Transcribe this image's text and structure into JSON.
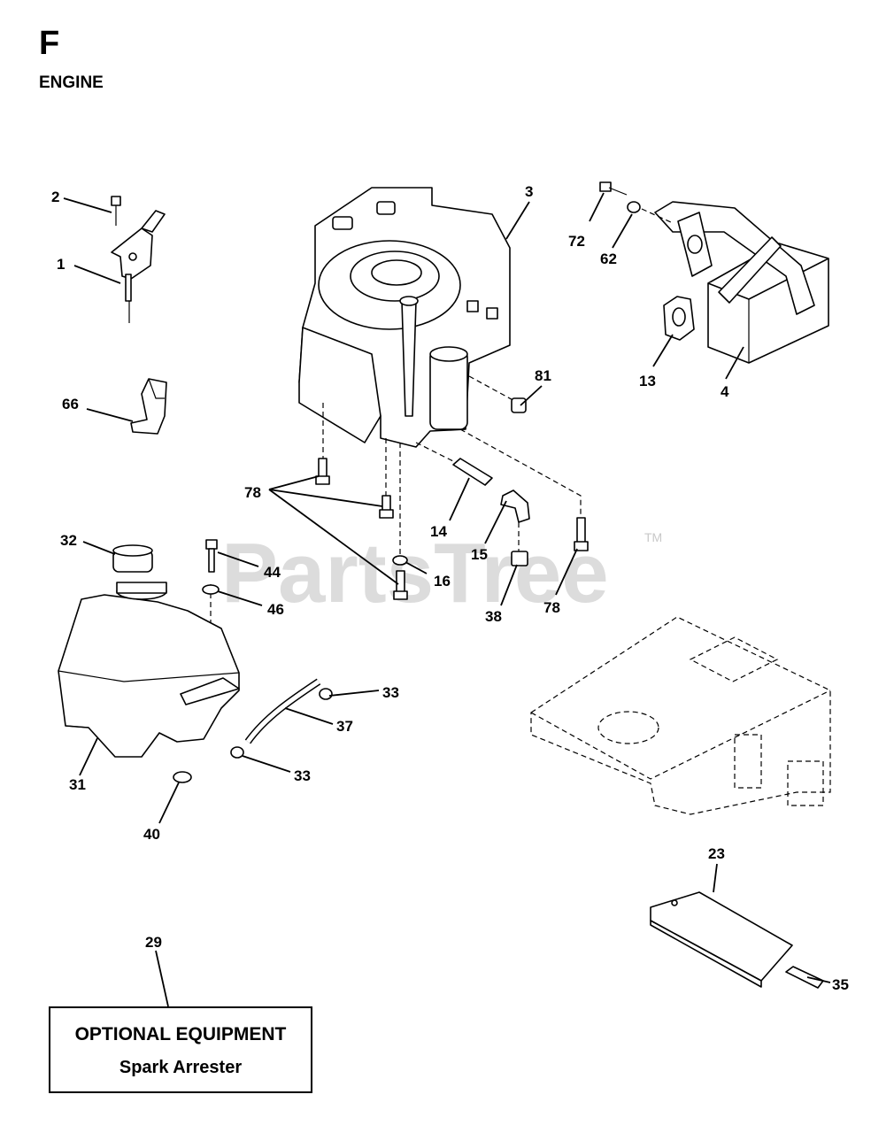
{
  "section": {
    "letter": "F",
    "title": "ENGINE"
  },
  "watermark": {
    "text": "PartsTree",
    "tm": "TM"
  },
  "optional": {
    "title": "OPTIONAL EQUIPMENT",
    "subtitle": "Spark Arrester"
  },
  "callouts": {
    "c1": "1",
    "c2": "2",
    "c3": "3",
    "c4": "4",
    "c13": "13",
    "c14": "14",
    "c15": "15",
    "c16": "16",
    "c23": "23",
    "c29": "29",
    "c31": "31",
    "c32": "32",
    "c33a": "33",
    "c33b": "33",
    "c35": "35",
    "c37": "37",
    "c38": "38",
    "c40": "40",
    "c44": "44",
    "c46": "46",
    "c62": "62",
    "c66": "66",
    "c72": "72",
    "c78a": "78",
    "c78b": "78",
    "c81": "81"
  }
}
